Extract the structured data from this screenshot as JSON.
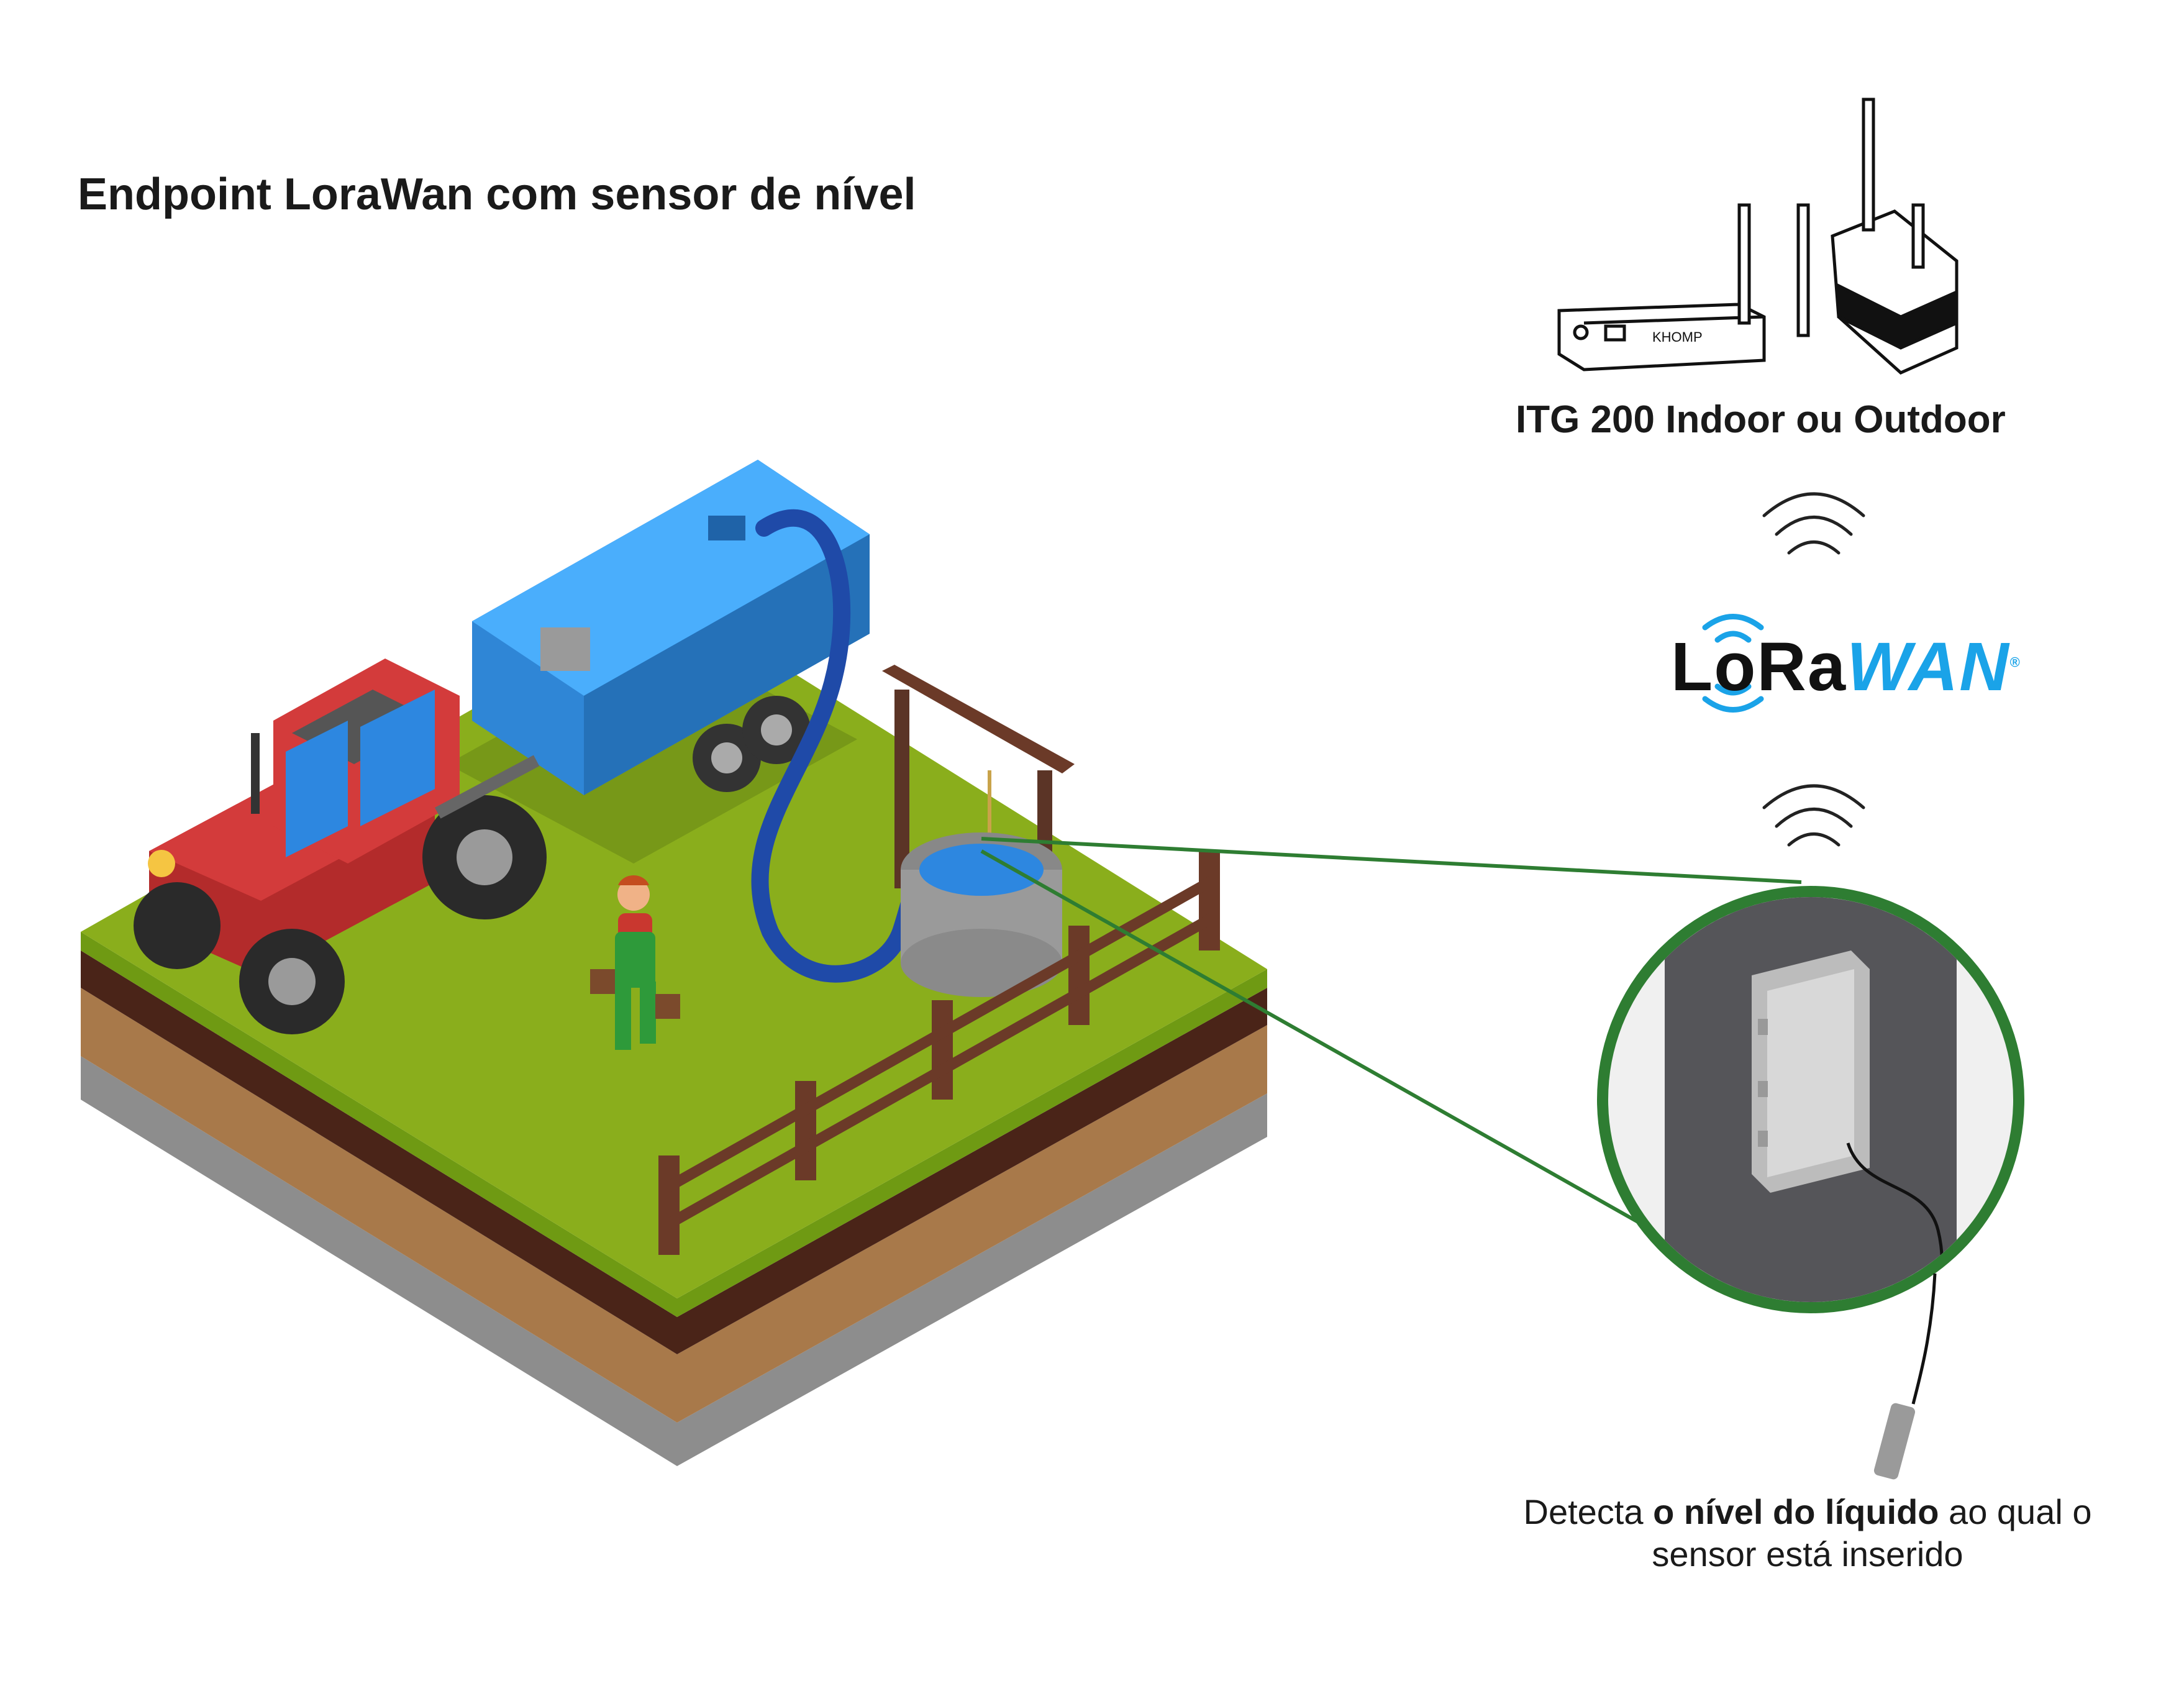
{
  "title": "Endpoint LoraWan com sensor de nível",
  "gateway": {
    "label": "ITG 200 Indoor ou Outdoor",
    "device_brand": "KHOMP"
  },
  "protocol": {
    "logo_prefix": "LoRa",
    "logo_suffix": "WAN",
    "logo_mark": "®"
  },
  "caption": {
    "part1": "Detecta ",
    "bold": "o nível do líquido",
    "part2": " ao qual o sensor está inserido"
  },
  "colors": {
    "grass": "#8aae1c",
    "soil_dark": "#4a2418",
    "soil_light": "#a8794a",
    "tank": "#4aaefc",
    "tractor": "#d33b3b",
    "connector_line": "#2e7d32",
    "lora_blue": "#1aa3e8"
  },
  "icons": [
    "wifi-signal-icon",
    "lorawan-logo-icon",
    "gateway-indoor-icon",
    "gateway-outdoor-icon",
    "level-sensor-icon"
  ]
}
